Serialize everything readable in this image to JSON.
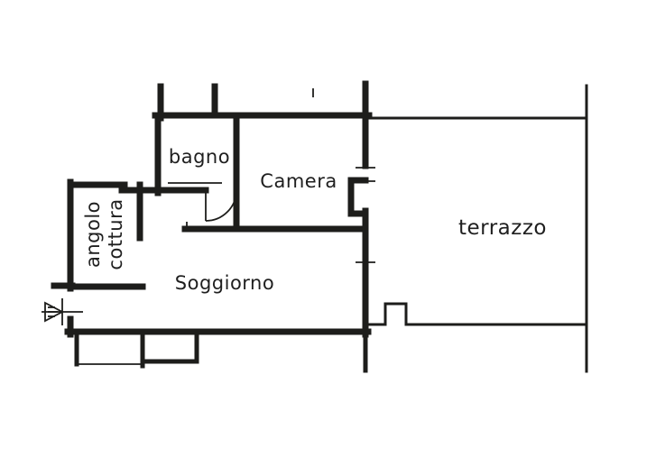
{
  "document": {
    "type": "floor-plan",
    "background": "#ffffff",
    "line_color": "#1d1d1b",
    "label_color": "#1f1f1f"
  },
  "rooms": {
    "bagno": {
      "label": "bagno"
    },
    "camera": {
      "label": "Camera"
    },
    "angolo_cottura": {
      "label_line1": "angolo",
      "label_line2": "cottura"
    },
    "soggiorno": {
      "label": "Soggiorno"
    },
    "terrazzo": {
      "label": "terrazzo"
    }
  }
}
